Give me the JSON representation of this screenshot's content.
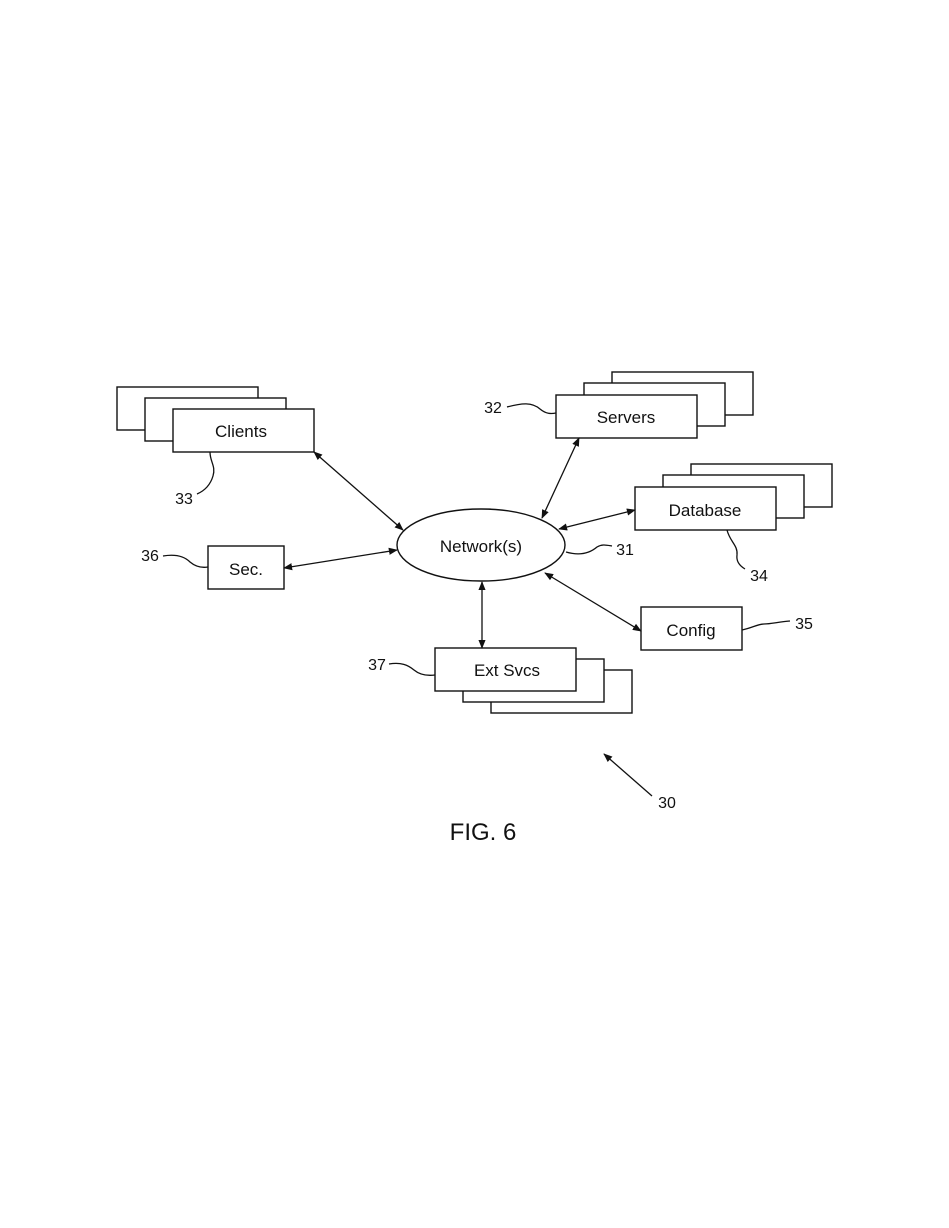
{
  "figure": {
    "caption": "FIG. 6",
    "system_ref": "30",
    "line_color": "#111111",
    "background": "#ffffff"
  },
  "nodes": {
    "clients": {
      "label": "Clients",
      "ref": "33"
    },
    "servers": {
      "label": "Servers",
      "ref": "32"
    },
    "database": {
      "label": "Database",
      "ref": "34"
    },
    "network": {
      "label": "Network(s)",
      "ref": "31"
    },
    "security": {
      "label": "Sec.",
      "ref": "36"
    },
    "config": {
      "label": "Config",
      "ref": "35"
    },
    "ext_svcs": {
      "label": "Ext Svcs",
      "ref": "37"
    }
  },
  "connections": [
    {
      "from": "clients",
      "to": "network",
      "direction": "bidirectional"
    },
    {
      "from": "servers",
      "to": "network",
      "direction": "bidirectional"
    },
    {
      "from": "database",
      "to": "network",
      "direction": "bidirectional"
    },
    {
      "from": "security",
      "to": "network",
      "direction": "bidirectional"
    },
    {
      "from": "config",
      "to": "network",
      "direction": "bidirectional"
    },
    {
      "from": "ext_svcs",
      "to": "network",
      "direction": "bidirectional"
    }
  ]
}
